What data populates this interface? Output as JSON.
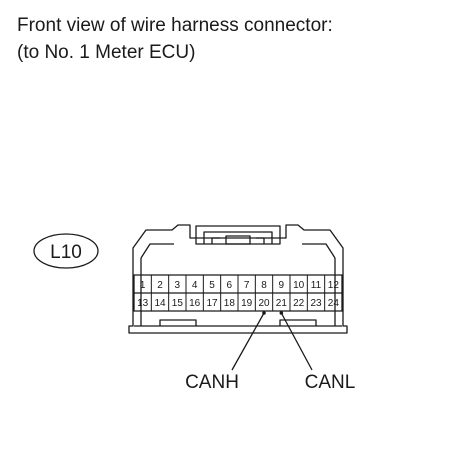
{
  "caption": {
    "line1": "Front view of wire harness connector:",
    "line2": "(to No. 1 Meter ECU)"
  },
  "connector": {
    "id": "L10",
    "top_row_pins": [
      "1",
      "2",
      "3",
      "4",
      "5",
      "6",
      "7",
      "8",
      "9",
      "10",
      "11",
      "12"
    ],
    "bottom_row_pins": [
      "13",
      "14",
      "15",
      "16",
      "17",
      "18",
      "19",
      "20",
      "21",
      "22",
      "23",
      "24"
    ]
  },
  "signals": [
    {
      "label": "CANH",
      "pin": "20"
    },
    {
      "label": "CANL",
      "pin": "21"
    }
  ]
}
